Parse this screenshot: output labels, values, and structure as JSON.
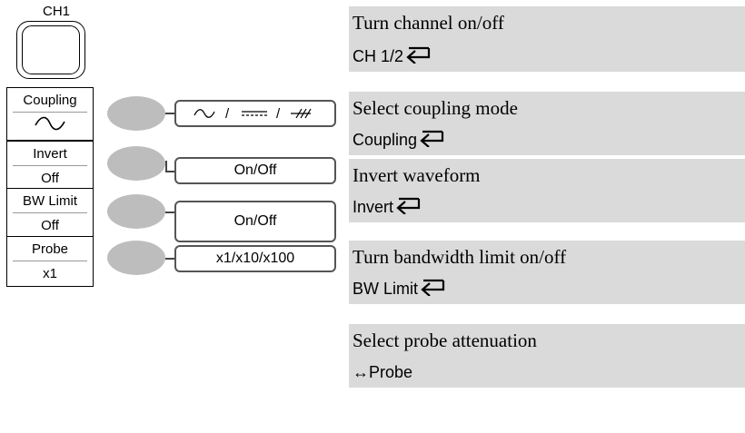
{
  "ch1_key": {
    "label": "CH1"
  },
  "menu": {
    "coupling": {
      "title": "Coupling",
      "icon": "ac-sine-icon"
    },
    "invert": {
      "title": "Invert",
      "value": "Off"
    },
    "bw_limit": {
      "title": "BW Limit",
      "value": "Off"
    },
    "probe": {
      "title": "Probe",
      "value": "x1"
    }
  },
  "options": {
    "coupling": {
      "symbols": [
        "ac-sine-icon",
        "dc-icon",
        "ground-icon"
      ],
      "separator": "/"
    },
    "invert": "On/Off",
    "bw_limit": "On/Off",
    "probe": "x1/x10/x100"
  },
  "descriptions": [
    {
      "text": "Turn channel on/off",
      "style": "serif"
    },
    {
      "text": "CH 1/2",
      "style": "sans",
      "icon": "enter-icon"
    },
    {
      "text": "Select coupling mode",
      "style": "serif"
    },
    {
      "text": "Coupling",
      "style": "sans",
      "icon": "enter-icon"
    },
    {
      "text": "Invert waveform",
      "style": "serif"
    },
    {
      "text": "Invert",
      "style": "sans",
      "icon": "enter-icon"
    },
    {
      "text": "Turn bandwidth limit on/off",
      "style": "serif"
    },
    {
      "text": "BW Limit",
      "style": "sans",
      "icon": "enter-icon"
    },
    {
      "text": "Select probe attenuation",
      "style": "serif"
    },
    {
      "text": "↔Probe",
      "style": "sans"
    }
  ],
  "colors": {
    "panel": "#dadada",
    "bezel_button": "#bdbdbd",
    "border": "#000000"
  }
}
